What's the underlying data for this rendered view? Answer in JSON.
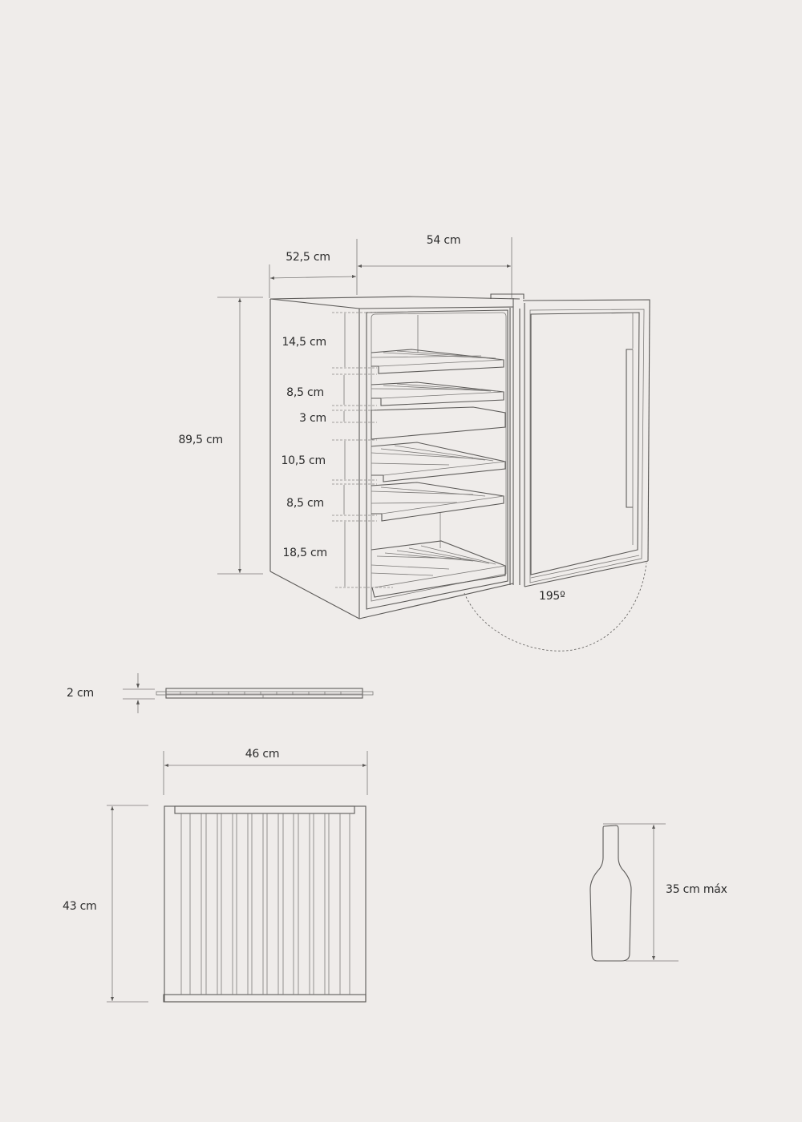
{
  "diagram": {
    "type": "product dimension drawing (wine cooler)",
    "background_color": "#efecea",
    "line_color": "#5c5a58",
    "text_color": "#2b2b2b",
    "cabinet": {
      "depth_label": "52,5 cm",
      "width_label": "54 cm",
      "height_label": "89,5 cm",
      "door_opening_angle": "195º",
      "shelf_spacing": [
        {
          "label": "14,5 cm"
        },
        {
          "label": "8,5 cm"
        },
        {
          "label": "3 cm"
        },
        {
          "label": "10,5 cm"
        },
        {
          "label": "8,5 cm"
        },
        {
          "label": "18,5 cm"
        }
      ],
      "shelf_count": 5
    },
    "shelf_side_view": {
      "thickness_label": "2 cm"
    },
    "shelf_top_view": {
      "width_label": "46 cm",
      "depth_label": "43 cm",
      "slat_count": 11
    },
    "bottle": {
      "max_height_label": "35 cm máx"
    }
  }
}
